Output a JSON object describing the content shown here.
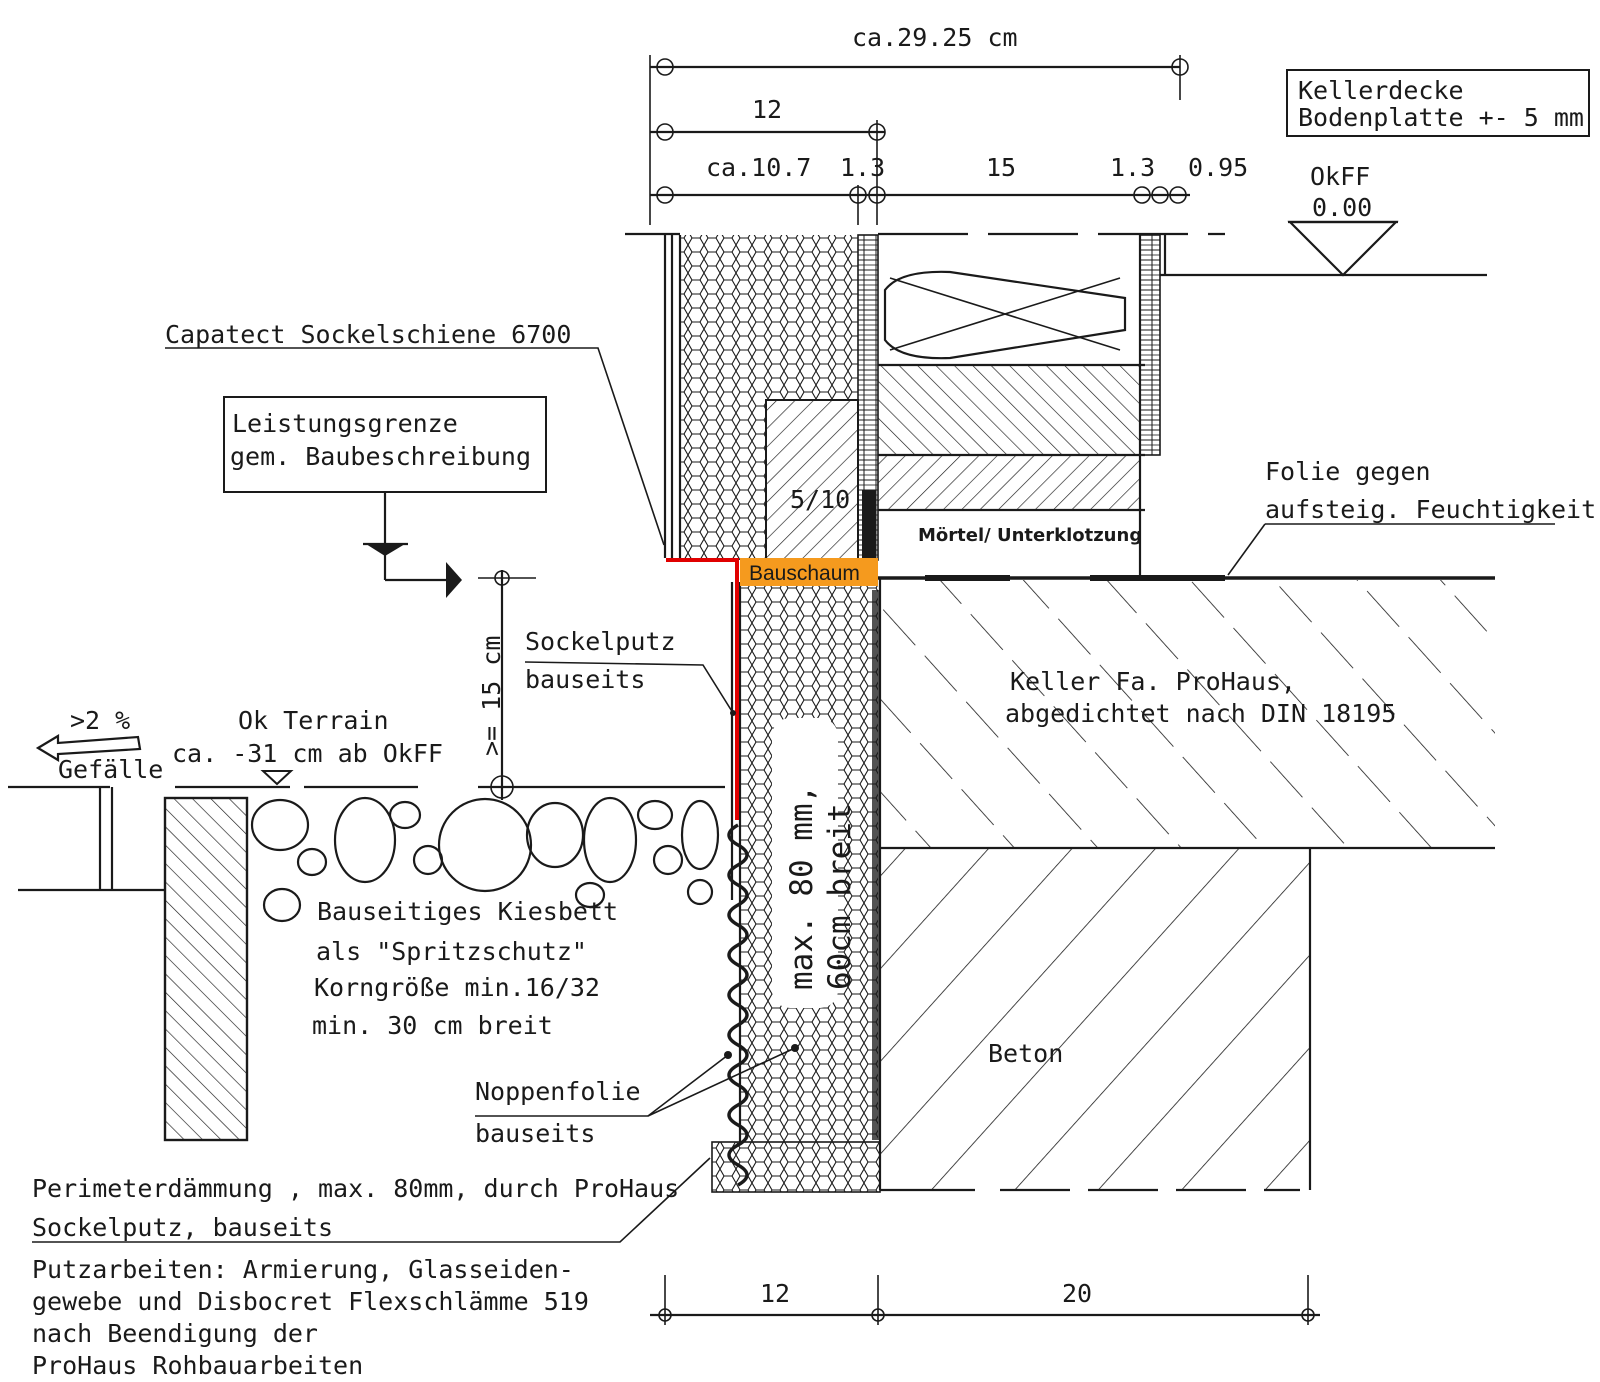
{
  "colors": {
    "accent_red": "#e00000",
    "highlight_orange": "#f59a1e",
    "ink": "#1a1a1a"
  },
  "dimensions": {
    "overall": "ca.29.25 cm",
    "top_12": "12",
    "ca_10_7": "ca.10.7",
    "d1_3_left": "1.3",
    "d15": "15",
    "d1_3_right": "1.3",
    "d0_95": "0.95",
    "bottom_12": "12",
    "bottom_20": "20",
    "ge_15cm": ">= 15 cm",
    "five_ten": "5/10"
  },
  "labels": {
    "kellerdecke_line1": "Kellerdecke",
    "kellerdecke_line2": "Bodenplatte +- 5 mm",
    "okff_line1": "OkFF",
    "okff_line2": "0.00",
    "capatect": "Capatect Sockelschiene 6700",
    "leistung_line1": "Leistungsgrenze",
    "leistung_line2": "gem. Baubeschreibung",
    "folie_line1": "Folie gegen",
    "folie_line2": "aufsteig. Feuchtigkeit",
    "moertel": "Mörtel/ Unterklotzung",
    "bauschaum": "Bauschaum",
    "sockelputz_line1": "Sockelputz",
    "sockelputz_line2": "bauseits",
    "keller_line1": "Keller Fa. ProHaus,",
    "keller_line2": "abgedichtet nach DIN 18195",
    "gefaelle_pct": ">2 %",
    "gefaelle": "Gefälle",
    "terrain_line1": "Ok Terrain",
    "terrain_line2": "ca. -31  cm ab OkFF",
    "insul_line1": "max. 80 mm,",
    "insul_line2": "60cm breit",
    "kies_line1": "Bauseitiges Kiesbett",
    "kies_line2": "als \"Spritzschutz\"",
    "kies_line3": "Korngröße min.16/32",
    "kies_line4": "min. 30 cm breit",
    "beton": "Beton",
    "noppen_line1": "Noppenfolie",
    "noppen_line2": "bauseits",
    "perimeter": "Perimeterdämmung , max. 80mm, durch ProHaus",
    "sockelputz_bottom": "Sockelputz, bauseits",
    "putz_line1": "Putzarbeiten: Armierung, Glasseiden-",
    "putz_line2": "gewebe und Disbocret Flexschlämme 519",
    "putz_line3": "nach Beendigung der",
    "putz_line4": "ProHaus Rohbauarbeiten"
  }
}
